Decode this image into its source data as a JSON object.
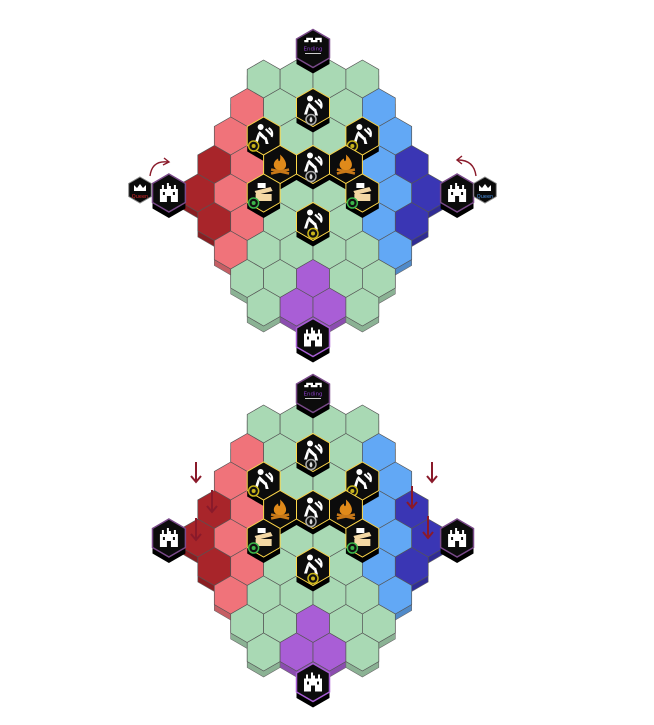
{
  "labels": {
    "ending": "Ending",
    "queen_left": "Queen",
    "queen_right": "Queen"
  },
  "colors": {
    "green": "#a9d9b4",
    "green_side": "#c4e6cc",
    "red_light": "#f0737a",
    "red_dark": "#a8252a",
    "blue_light": "#62a8f5",
    "blue_dark": "#3a36b4",
    "purple": "#a95ed6",
    "tile_black": "#0c0c0c",
    "outline": "#7a4a8a",
    "arrow": "#8a1a2a",
    "queen_red_text": "#d82828",
    "queen_blue_text": "#4a90e2",
    "ending_text": "#8a3cc8",
    "fire": "#e08a1a",
    "badge_green": "#3bb54a",
    "badge_gold": "#c8b41a"
  },
  "icons": [
    "castle-icon",
    "queen-crown-icon",
    "ending-flag-icon",
    "miner-icon",
    "campfire-icon",
    "treasure-chest-icon",
    "drop-badge-icon",
    "coin-badge-icon",
    "clover-badge-icon",
    "curved-arrow-icon",
    "down-arrow-icon"
  ]
}
